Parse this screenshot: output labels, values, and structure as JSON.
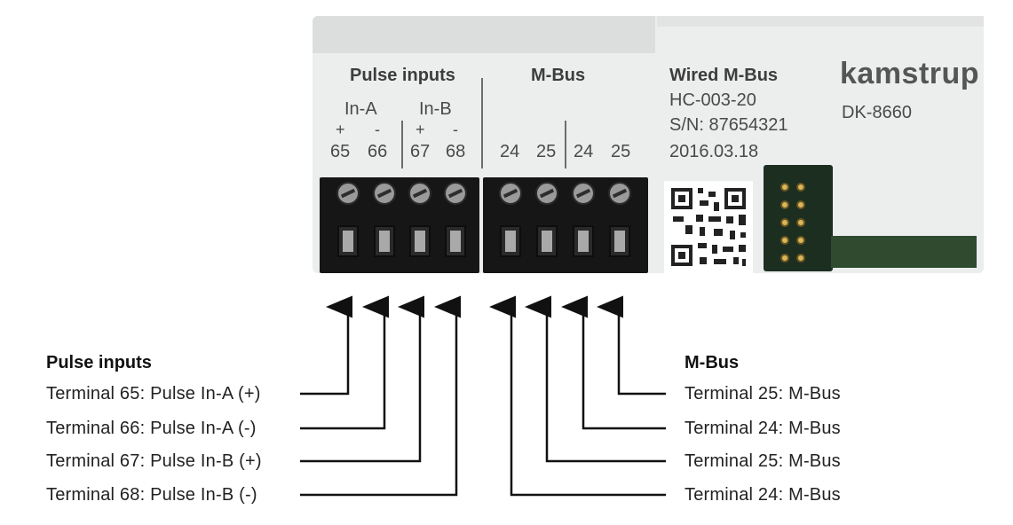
{
  "device": {
    "group_pulse": "Pulse inputs",
    "group_mbus": "M-Bus",
    "in_a": "In-A",
    "in_b": "In-B",
    "polarity": [
      "+",
      "-",
      "+",
      "-"
    ],
    "terminal_numbers": [
      "65",
      "66",
      "67",
      "68",
      "24",
      "25",
      "24",
      "25"
    ],
    "wired_title": "Wired M-Bus",
    "model": "HC-003-20",
    "serial": "S/N: 87654321",
    "date": "2016.03.18",
    "brand": "kamstrup",
    "brand_code": "DK-8660"
  },
  "legend_left": {
    "heading": "Pulse inputs",
    "items": [
      "Terminal 65: Pulse In-A (+)",
      "Terminal 66: Pulse In-A (-)",
      "Terminal 67: Pulse In-B (+)",
      "Terminal 68: Pulse In-B (-)"
    ]
  },
  "legend_right": {
    "heading": "M-Bus",
    "items": [
      "Terminal 25: M-Bus",
      "Terminal 24: M-Bus",
      "Terminal 25: M-Bus",
      "Terminal 24: M-Bus"
    ]
  }
}
